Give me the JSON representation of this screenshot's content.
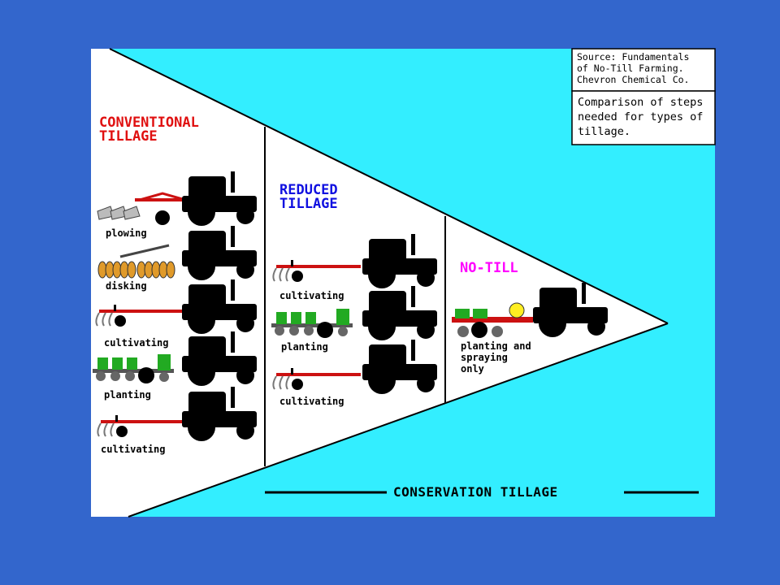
{
  "colors": {
    "page_bg": "#3366cc",
    "panel_bg": "#33eeff",
    "triangle_fill": "#ffffff",
    "conventional_heading": "#e01010",
    "reduced_heading": "#1010e0",
    "no_till_heading": "#ff00ff",
    "implement_red": "#cc1111",
    "planter_green": "#22aa22",
    "tractor": "#000000"
  },
  "source_box": {
    "lines": [
      "Source: Fundamentals",
      "of No-Till Farming.",
      "Chevron Chemical Co."
    ]
  },
  "caption_box": {
    "lines": [
      "Comparison of steps",
      "needed for types of",
      "tillage."
    ]
  },
  "sections": {
    "conventional": {
      "heading_lines": [
        "CONVENTIONAL",
        "TILLAGE"
      ],
      "steps": [
        "plowing",
        "disking",
        "cultivating",
        "planting",
        "cultivating"
      ]
    },
    "reduced": {
      "heading_lines": [
        "REDUCED",
        "TILLAGE"
      ],
      "steps": [
        "cultivating",
        "planting",
        "cultivating"
      ]
    },
    "no_till": {
      "heading": "NO-TILL",
      "step_lines": [
        "planting and",
        "spraying",
        "only"
      ]
    }
  },
  "footer": {
    "label": "CONSERVATION TILLAGE"
  }
}
